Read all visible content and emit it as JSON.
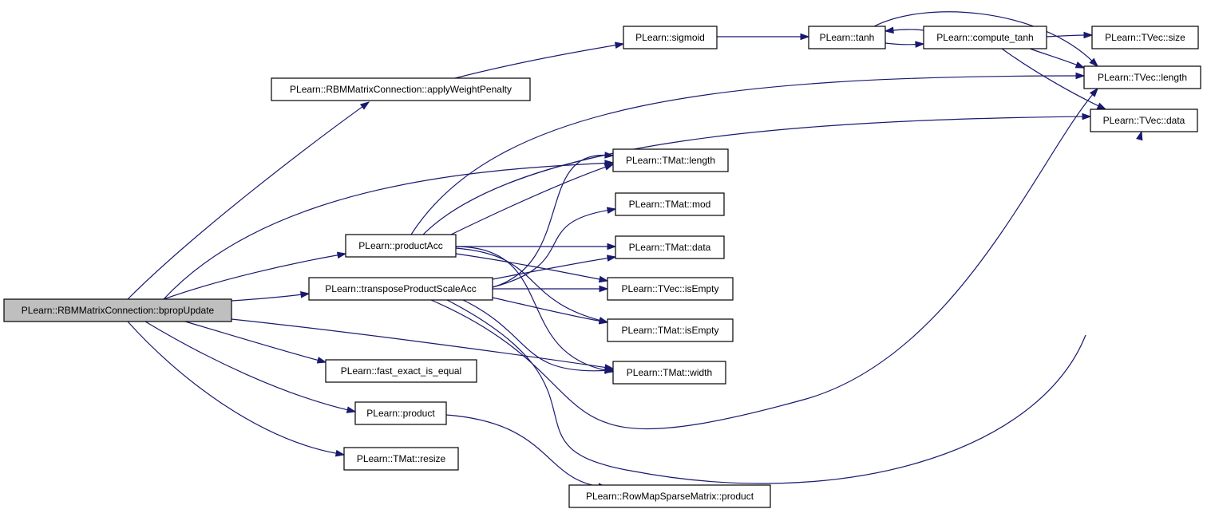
{
  "diagram": {
    "nodes": [
      {
        "id": "bprop",
        "label": "PLearn::RBMMatrixConnection::bpropUpdate",
        "root": true
      },
      {
        "id": "applyWP",
        "label": "PLearn::RBMMatrixConnection::applyWeightPenalty"
      },
      {
        "id": "sigmoid",
        "label": "PLearn::sigmoid"
      },
      {
        "id": "tanh",
        "label": "PLearn::tanh"
      },
      {
        "id": "ctanh",
        "label": "PLearn::compute_tanh"
      },
      {
        "id": "tvsize",
        "label": "PLearn::TVec::size"
      },
      {
        "id": "tvlength",
        "label": "PLearn::TVec::length"
      },
      {
        "id": "tvdata",
        "label": "PLearn::TVec::data"
      },
      {
        "id": "tmlength",
        "label": "PLearn::TMat::length"
      },
      {
        "id": "tmmod",
        "label": "PLearn::TMat::mod"
      },
      {
        "id": "tmdata",
        "label": "PLearn::TMat::data"
      },
      {
        "id": "tvisempty",
        "label": "PLearn::TVec::isEmpty"
      },
      {
        "id": "tmisempty",
        "label": "PLearn::TMat::isEmpty"
      },
      {
        "id": "tmwidth",
        "label": "PLearn::TMat::width"
      },
      {
        "id": "prodacc",
        "label": "PLearn::productAcc"
      },
      {
        "id": "tpsa",
        "label": "PLearn::transposeProductScaleAcc"
      },
      {
        "id": "fastexact",
        "label": "PLearn::fast_exact_is_equal"
      },
      {
        "id": "product",
        "label": "PLearn::product"
      },
      {
        "id": "resize",
        "label": "PLearn::TMat::resize"
      },
      {
        "id": "rmsmprod",
        "label": "PLearn::RowMapSparseMatrix::product"
      }
    ],
    "edges": [
      {
        "from": "bprop",
        "to": "applyWP"
      },
      {
        "from": "bprop",
        "to": "tmlength"
      },
      {
        "from": "bprop",
        "to": "prodacc"
      },
      {
        "from": "bprop",
        "to": "tpsa"
      },
      {
        "from": "bprop",
        "to": "tmwidth"
      },
      {
        "from": "bprop",
        "to": "fastexact"
      },
      {
        "from": "bprop",
        "to": "product"
      },
      {
        "from": "bprop",
        "to": "resize"
      },
      {
        "from": "applyWP",
        "to": "sigmoid"
      },
      {
        "from": "sigmoid",
        "to": "tanh"
      },
      {
        "from": "tanh",
        "to": "ctanh"
      },
      {
        "from": "ctanh",
        "to": "tanh"
      },
      {
        "from": "tanh",
        "to": "tvlength"
      },
      {
        "from": "ctanh",
        "to": "tvsize"
      },
      {
        "from": "ctanh",
        "to": "tvlength"
      },
      {
        "from": "ctanh",
        "to": "tvdata"
      },
      {
        "from": "prodacc",
        "to": "tvlength"
      },
      {
        "from": "prodacc",
        "to": "tvdata"
      },
      {
        "from": "prodacc",
        "to": "tmlength"
      },
      {
        "from": "prodacc",
        "to": "tmdata"
      },
      {
        "from": "prodacc",
        "to": "tvisempty"
      },
      {
        "from": "prodacc",
        "to": "tmisempty"
      },
      {
        "from": "prodacc",
        "to": "tmwidth"
      },
      {
        "from": "tpsa",
        "to": "tmlength"
      },
      {
        "from": "tpsa",
        "to": "tmmod"
      },
      {
        "from": "tpsa",
        "to": "tmdata"
      },
      {
        "from": "tpsa",
        "to": "tvisempty"
      },
      {
        "from": "tpsa",
        "to": "tmisempty"
      },
      {
        "from": "tpsa",
        "to": "tmwidth"
      },
      {
        "from": "tpsa",
        "to": "tvlength"
      },
      {
        "from": "tpsa",
        "to": "tvdata"
      },
      {
        "from": "product",
        "to": "rmsmprod"
      }
    ],
    "colors": {
      "edge": "#191970",
      "root_fill": "#bfbfbf",
      "node_fill": "#ffffff",
      "border": "#000000"
    }
  }
}
